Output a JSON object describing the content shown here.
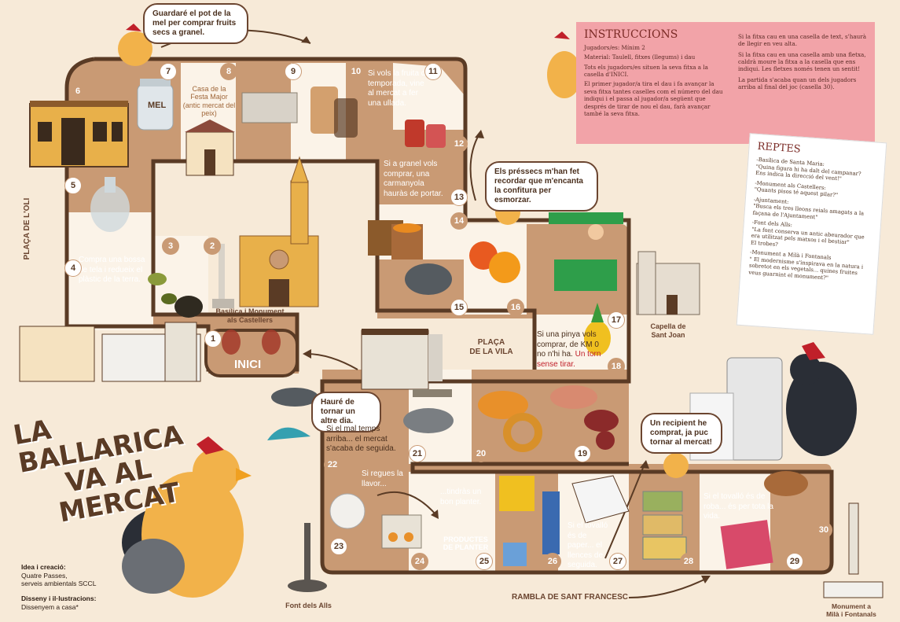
{
  "title": {
    "line1": "LA BALLARICA",
    "line2": "VA AL",
    "line3": "MERCAT"
  },
  "credits": {
    "idea_label": "Idea i creació:",
    "idea_value1": "Quatre Passes,",
    "idea_value2": "serveis ambientals SCCL",
    "design_label": "Disseny i il·lustracions:",
    "design_value": "Dissenyem a casa*"
  },
  "instructions": {
    "title": "INSTRUCCIONS",
    "players": "Jugadors/es: Mínim 2",
    "material": "Material: Taulell, fitxes (llegums) i dau",
    "p1": "Tots els jugadors/es situen la seva fitxa a la casella d'INICI.",
    "p2": "El primer jugador/a tira el dau i fa avançar la seva fitxa tantes caselles com el número del dau indiqui i el passa al jugador/a següent que després de tirar de nou el dau, farà avançar també la seva fitxa.",
    "p3": "Si la fitxa cau en una casella de text, s'haurà de llegir en veu alta.",
    "p4": "Si la fitxa cau en una casella amb una fletxa, caldrà moure la fitxa a la casella que ens indiqui. Les fletxes només tenen un sentit!",
    "p5": "La partida s'acaba quan un dels jugadors arriba al final del joc (casella 30)."
  },
  "reptes": {
    "title": "REPTES",
    "r1a": "-Basílica de Santa Maria:",
    "r1b": "\"Quina figura hi ha dalt del campanar?",
    "r1c": "Ens indica la direcció del vent!\"",
    "r2a": "-Monument als Castellers:",
    "r2b": "\"Quants pisos té aquest pilar?\"",
    "r3a": "-Ajuntament:",
    "r3b": "\"Busca els tres lleons reials amagats a la",
    "r3c": "façana de l'Ajuntament\"",
    "r4a": "-Font dels Alls:",
    "r4b": "\"La font conserva un antic abeurador que",
    "r4c": "era utilitzat pels matxos i el bestiar\"",
    "r4d": "El trobes?",
    "r5a": "-Monument a Milà i Fontanals",
    "r5b": "\" El modernisme s'inspirava en la natura i",
    "r5c": "sobretot en els vegetals... quines fruites",
    "r5d": "veus guarnint el monument?\""
  },
  "bubbles": {
    "b1": "Guardaré el pot de la mel per comprar fruits secs a granel.",
    "b2": "Els préssecs m'han fet recordar que m'encanta la confitura per esmorzar.",
    "b3": "Hauré de tornar un altre dia.",
    "b4": "Un recipient he comprat, ja puc tornar al mercat!"
  },
  "cells": {
    "c4": "Compra una bossa de tela i redueix el plàstic de la terra.",
    "c8": "Casa de la Festa Major (antic mercat del peix)",
    "c10": "Si vols la fruita de temporada, vine al mercat a fer una ullada.",
    "c13": "Si a granel vols comprar, una carmanyola hauràs de portar.",
    "c18a": "Si una pinya vols comprar, de KM 0 no n'hi ha.",
    "c18b": "Un torn sense tirar.",
    "c22": "Si el mal temps arriba... el mercat s'acaba de seguida.",
    "c23": "Si regues la llavor...",
    "c25": "...tindràs un bon planter.",
    "c27": "Si el tovalló és de paper... el llences de seguida.",
    "c29": "Si el tovalló és de roba... és per tota la vida.",
    "inici": "INICI",
    "mel": "MEL",
    "planter1": "PRODUCTES",
    "planter2": "DE PLANTER"
  },
  "numbers": [
    "1",
    "2",
    "3",
    "4",
    "5",
    "6",
    "7",
    "8",
    "9",
    "10",
    "11",
    "12",
    "13",
    "14",
    "15",
    "16",
    "17",
    "18",
    "19",
    "20",
    "21",
    "22",
    "23",
    "24",
    "25",
    "26",
    "27",
    "28",
    "29",
    "30"
  ],
  "places": {
    "placa_oli": "PLAÇA DE L'OLI",
    "basilica": "Basílica i Monument als Castellers",
    "placa_vila1": "PLAÇA",
    "placa_vila2": "DE LA VILA",
    "capella1": "Capella de",
    "capella2": "Sant Joan",
    "font": "Font dels Alls",
    "rambla": "RAMBLA DE SANT FRANCESC",
    "monument1": "Monument a",
    "monument2": "Milà i Fontanals"
  },
  "colors": {
    "board": "#c99a74",
    "board_light": "#fbf3e8",
    "path": "#5a3b25",
    "note": "#f2a3a8"
  }
}
